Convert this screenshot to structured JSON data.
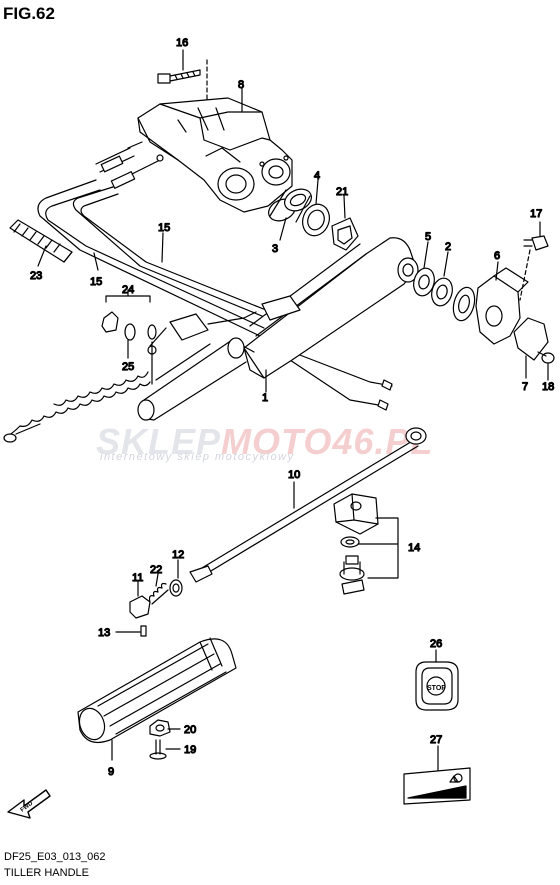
{
  "figure": {
    "title": "FIG.62",
    "code": "DF25_E03_013_062",
    "name": "TILLER HANDLE"
  },
  "watermark": {
    "left": "SKLEP",
    "right": "MOTO46.PL",
    "sub": "internetowy sklep motocyklowy"
  },
  "parts": {
    "p1": "1",
    "p2": "2",
    "p3": "3",
    "p4": "4",
    "p5": "5",
    "p6": "6",
    "p7": "7",
    "p8": "8",
    "p9": "9",
    "p10": "10",
    "p11": "11",
    "p12": "12",
    "p13": "13",
    "p14": "14",
    "p15a": "15",
    "p15b": "15",
    "p16": "16",
    "p17": "17",
    "p18": "18",
    "p19": "19",
    "p20": "20",
    "p21": "21",
    "p22": "22",
    "p23": "23",
    "p24": "24",
    "p25": "25",
    "p26": "26",
    "p27": "27"
  },
  "decals": {
    "stop": "STOP",
    "fwd": "FWD"
  },
  "colors": {
    "line": "#000000",
    "watermark_grey": "#e3e5ea",
    "watermark_red": "#f5cfcf"
  }
}
